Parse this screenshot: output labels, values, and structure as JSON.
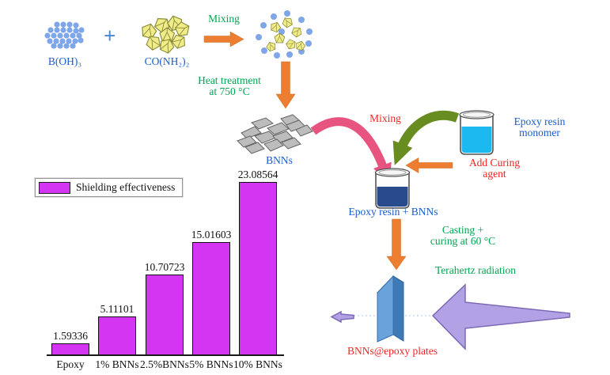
{
  "colors": {
    "orange": "#ed7d31",
    "pink": "#e75480",
    "olive": "#678c1f",
    "purple_fill": "#b3a1e6",
    "purple_stroke": "#7c68b5",
    "green_text": "#00a651",
    "red_text": "#f42222",
    "blue_text": "#1a5ccc",
    "bar_fill": "#d435f2",
    "dot_blue": "#7ea6e8",
    "crystal_yellow": "#f0ec8a",
    "crystal_stroke": "#8a8a35",
    "flake_gray": "#bcbcbc",
    "cyan_liquid": "#1cb8f0",
    "navy_liquid": "#274b8c",
    "plate_front": "#6aa3dc",
    "plate_side": "#3e7ab8",
    "plate_top": "#9cc3e8"
  },
  "synthesis": {
    "reactant1_label": "B(OH)₃",
    "plus": "+",
    "reactant2_label": "CO(NH₂)₂",
    "mixing_label": "Mixing",
    "heat_label_line1": "Heat treatment",
    "heat_label_line2": "at 750 °C",
    "bnns_label": "BNNs"
  },
  "composite": {
    "mixing_label": "Mixing",
    "monomer_label_line1": "Epoxy resin",
    "monomer_label_line2": "monomer",
    "curing_label_line1": "Add Curing",
    "curing_label_line2": "agent",
    "beaker_label": "Epoxy resin + BNNs",
    "casting_label_line1": "Casting +",
    "casting_label_line2": "curing at 60 °C",
    "terahertz_label": "Terahertz radiation",
    "plate_label": "BNNs@epoxy plates"
  },
  "chart_data": {
    "type": "bar",
    "categories": [
      "Epoxy",
      "1% BNNs",
      "2.5%BNNs",
      "5% BNNs",
      "10% BNNs"
    ],
    "values": [
      1.59336,
      5.11101,
      10.70723,
      15.01603,
      23.08564
    ],
    "value_labels": [
      "1.59336",
      "5.11101",
      "10.70723",
      "15.01603",
      "23.08564"
    ],
    "legend": "Shielding effectiveness",
    "legend_position": "top-left",
    "bar_color": "#d435f2",
    "title": "",
    "xlabel": "",
    "ylabel": "",
    "ylim": [
      0,
      24
    ],
    "grid": false
  }
}
